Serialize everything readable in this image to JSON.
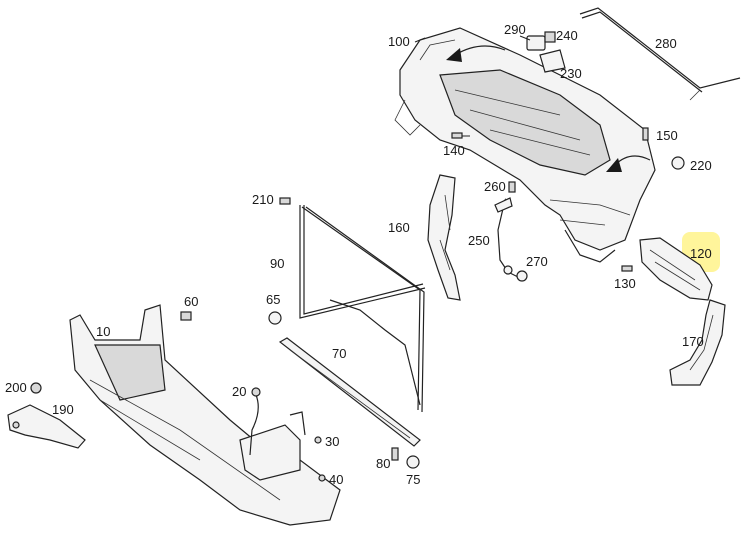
{
  "diagram": {
    "highlight_color": "#fff27a",
    "highlighted_callout": "120",
    "callouts": {
      "c10": "10",
      "c20": "20",
      "c30": "30",
      "c40": "40",
      "c60": "60",
      "c65": "65",
      "c70": "70",
      "c75": "75",
      "c80": "80",
      "c90": "90",
      "c100": "100",
      "c120": "120",
      "c130": "130",
      "c140": "140",
      "c150": "150",
      "c160": "160",
      "c170": "170",
      "c190": "190",
      "c200": "200",
      "c210": "210",
      "c220": "220",
      "c230": "230",
      "c240": "240",
      "c250": "250",
      "c260": "260",
      "c270": "270",
      "c280": "280",
      "c290": "290"
    }
  }
}
